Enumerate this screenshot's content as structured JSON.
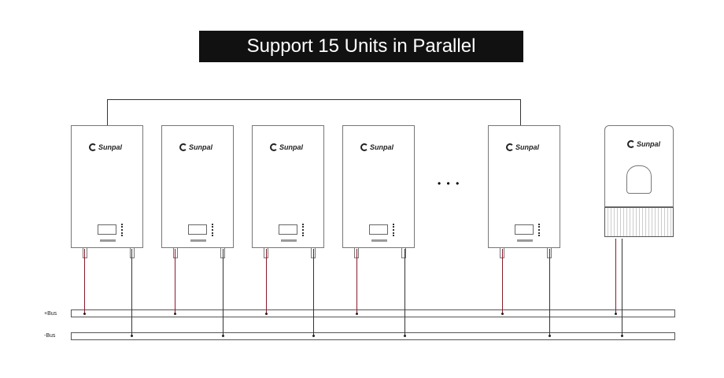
{
  "title": "Support 15 Units in Parallel",
  "brand": "Sunpal",
  "ellipsis": "• • •",
  "bus": {
    "positive": "+Bus",
    "negative": "-Bus"
  },
  "colors": {
    "positive_wire": "#8b1a2b",
    "negative_wire": "#333333"
  }
}
